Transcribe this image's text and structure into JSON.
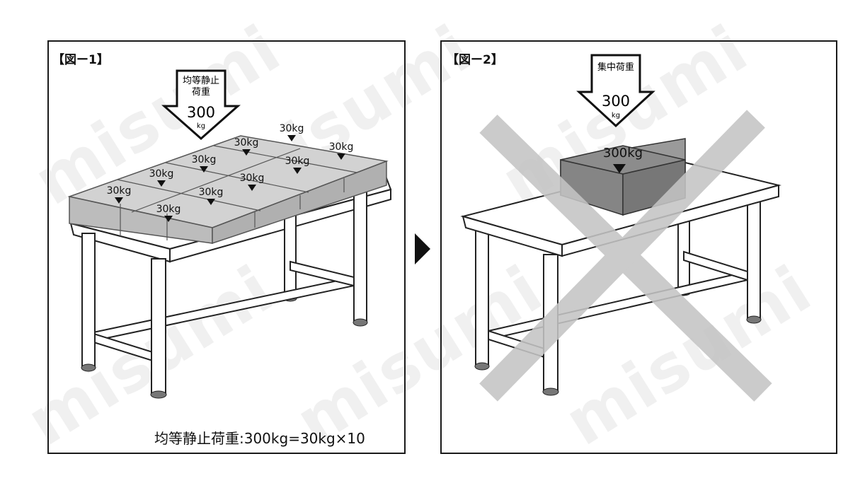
{
  "watermark_text": "misumi",
  "figure1": {
    "title": "【図ー1】",
    "arrow_label_line1": "均等静止",
    "arrow_label_line2": "荷重",
    "arrow_value": "300",
    "arrow_unit": "kg",
    "box_labels": [
      "30kg",
      "30kg",
      "30kg",
      "30kg",
      "30kg",
      "30kg",
      "30kg",
      "30kg",
      "30kg",
      "30kg"
    ],
    "caption": "均等静止荷重:300kg=30kg×10"
  },
  "figure2": {
    "title": "【図ー2】",
    "arrow_label": "集中荷重",
    "arrow_value": "300",
    "arrow_unit": "kg",
    "box_label": "300kg"
  },
  "colors": {
    "box_light": "#bdbdbd",
    "box_top": "#cfcfcf",
    "box_dark": "#8a8a8a",
    "cross": "#c8c8c8",
    "frame": "#1a1a1a"
  }
}
